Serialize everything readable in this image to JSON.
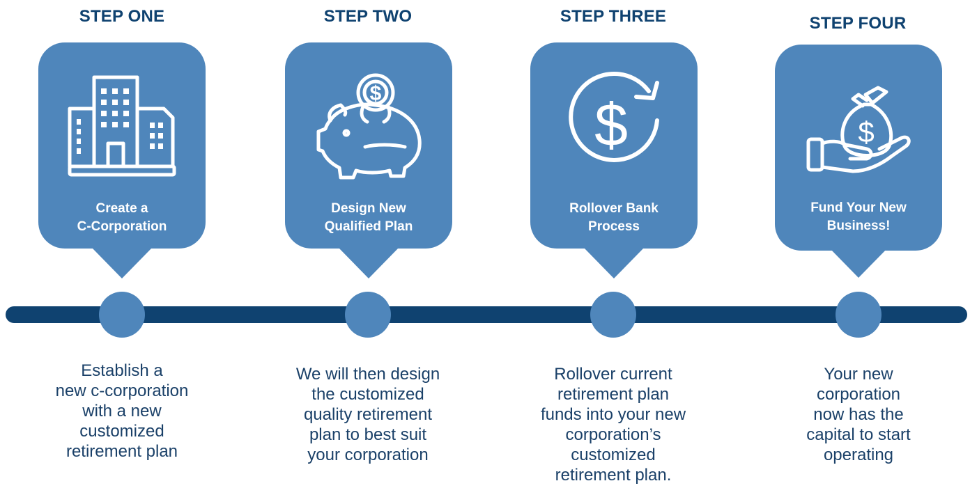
{
  "colors": {
    "accent": "#4f86bb",
    "title": "#0f4270",
    "line": "#0f4270",
    "text": "#1a4068"
  },
  "steps": [
    {
      "title": "STEP ONE",
      "label_lines": [
        "Create a",
        "C-Corporation"
      ],
      "icon": "office-building-icon",
      "description_lines": [
        "Establish a",
        "new c-corporation",
        "with a new",
        "customized",
        "retirement plan"
      ]
    },
    {
      "title": "STEP TWO",
      "label_lines": [
        "Design New",
        "Qualified Plan"
      ],
      "icon": "piggy-bank-coin-icon",
      "description_lines": [
        "We will then design",
        "the customized",
        "quality retirement",
        "plan to best suit",
        "your corporation"
      ]
    },
    {
      "title": "STEP THREE",
      "label_lines": [
        "Rollover Bank",
        "Process"
      ],
      "icon": "dollar-rollover-icon",
      "description_lines": [
        "Rollover current",
        "retirement plan",
        "funds into your new",
        "corporation’s",
        "customized",
        "retirement plan."
      ]
    },
    {
      "title": "STEP FOUR",
      "label_lines": [
        "Fund Your New",
        "Business!"
      ],
      "icon": "hand-money-bag-icon",
      "description_lines": [
        "Your new",
        "corporation",
        "now has the",
        "capital to start",
        "operating"
      ]
    }
  ]
}
